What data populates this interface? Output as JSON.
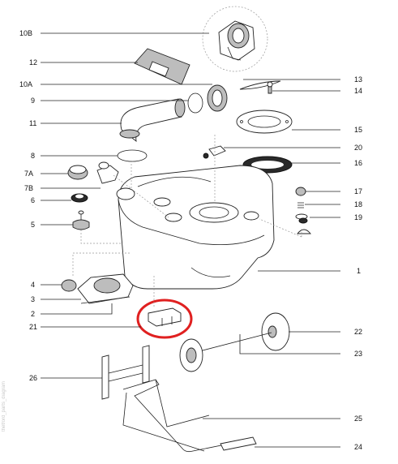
{
  "labels": [
    {
      "id": "10B",
      "text": "10B"
    },
    {
      "id": "12",
      "text": "12"
    },
    {
      "id": "10A",
      "text": "10A"
    },
    {
      "id": "9",
      "text": "9"
    },
    {
      "id": "11",
      "text": "11"
    },
    {
      "id": "8",
      "text": "8"
    },
    {
      "id": "7A",
      "text": "7A"
    },
    {
      "id": "7B",
      "text": "7B"
    },
    {
      "id": "6",
      "text": "6"
    },
    {
      "id": "5",
      "text": "5"
    },
    {
      "id": "4",
      "text": "4"
    },
    {
      "id": "3",
      "text": "3"
    },
    {
      "id": "2",
      "text": "2"
    },
    {
      "id": "21",
      "text": "21"
    },
    {
      "id": "26",
      "text": "26"
    },
    {
      "id": "13",
      "text": "13"
    },
    {
      "id": "14",
      "text": "14"
    },
    {
      "id": "15",
      "text": "15"
    },
    {
      "id": "20",
      "text": "20"
    },
    {
      "id": "16",
      "text": "16"
    },
    {
      "id": "17",
      "text": "17"
    },
    {
      "id": "18",
      "text": "18"
    },
    {
      "id": "19",
      "text": "19"
    },
    {
      "id": "1",
      "text": "1"
    },
    {
      "id": "22",
      "text": "22"
    },
    {
      "id": "23",
      "text": "23"
    },
    {
      "id": "25",
      "text": "25"
    },
    {
      "id": "24",
      "text": "24"
    }
  ],
  "watermark": "thetford_parts_diagram",
  "highlight_color": "#e02020"
}
